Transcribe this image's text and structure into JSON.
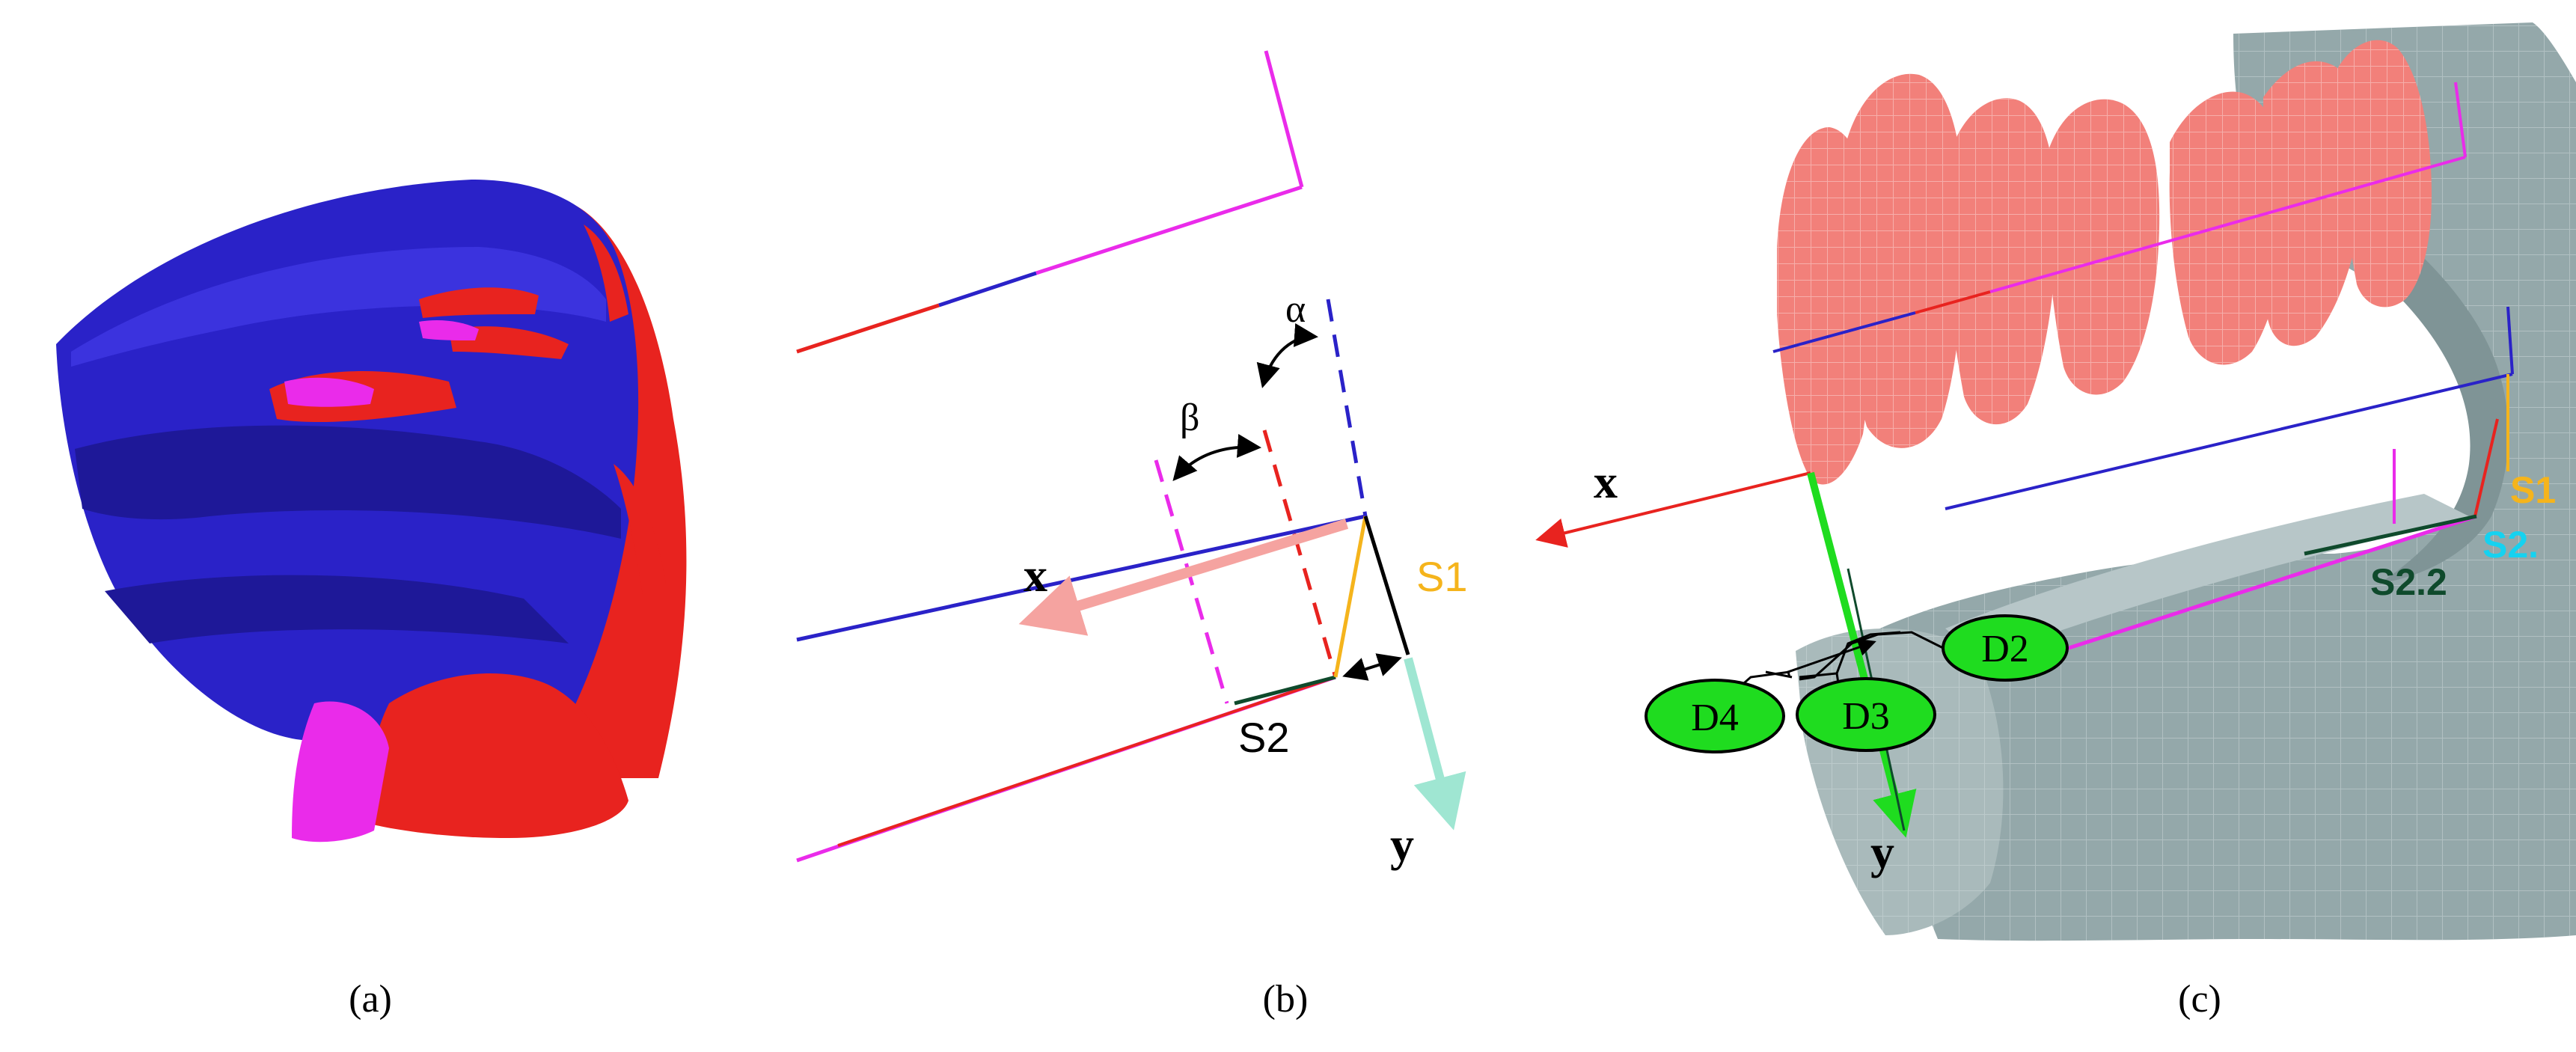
{
  "panels": {
    "a": {
      "caption": "(a)"
    },
    "b": {
      "caption": "(b)",
      "labels": {
        "x_axis": "x",
        "y_axis": "y",
        "alpha": "α",
        "beta": "β",
        "s1": "S1",
        "s2": "S2"
      }
    },
    "c": {
      "caption": "(c)",
      "labels": {
        "x_axis": "x",
        "y_axis": "y",
        "s1": "S1",
        "s2_cut": "S2.",
        "s22": "S2.2"
      },
      "callouts": [
        "D2",
        "D3",
        "D4"
      ]
    }
  },
  "colors": {
    "blue_mesh": "#2a22c8",
    "red_mesh": "#e8231f",
    "magenta": "#ea2bea",
    "axis_x_arrow_b": "#f5a3a0",
    "axis_y_arrow_b": "#9fe6d2",
    "s1_orange": "#f5b41c",
    "tooth_pink": "#f2807a",
    "gum_gray": "#94a8aa",
    "callout_green": "#1fdc1f",
    "s2_cyan": "#15d2f0",
    "s22_dark_green": "#0f4a2c"
  },
  "icons": [
    "double-arrow-icon"
  ]
}
